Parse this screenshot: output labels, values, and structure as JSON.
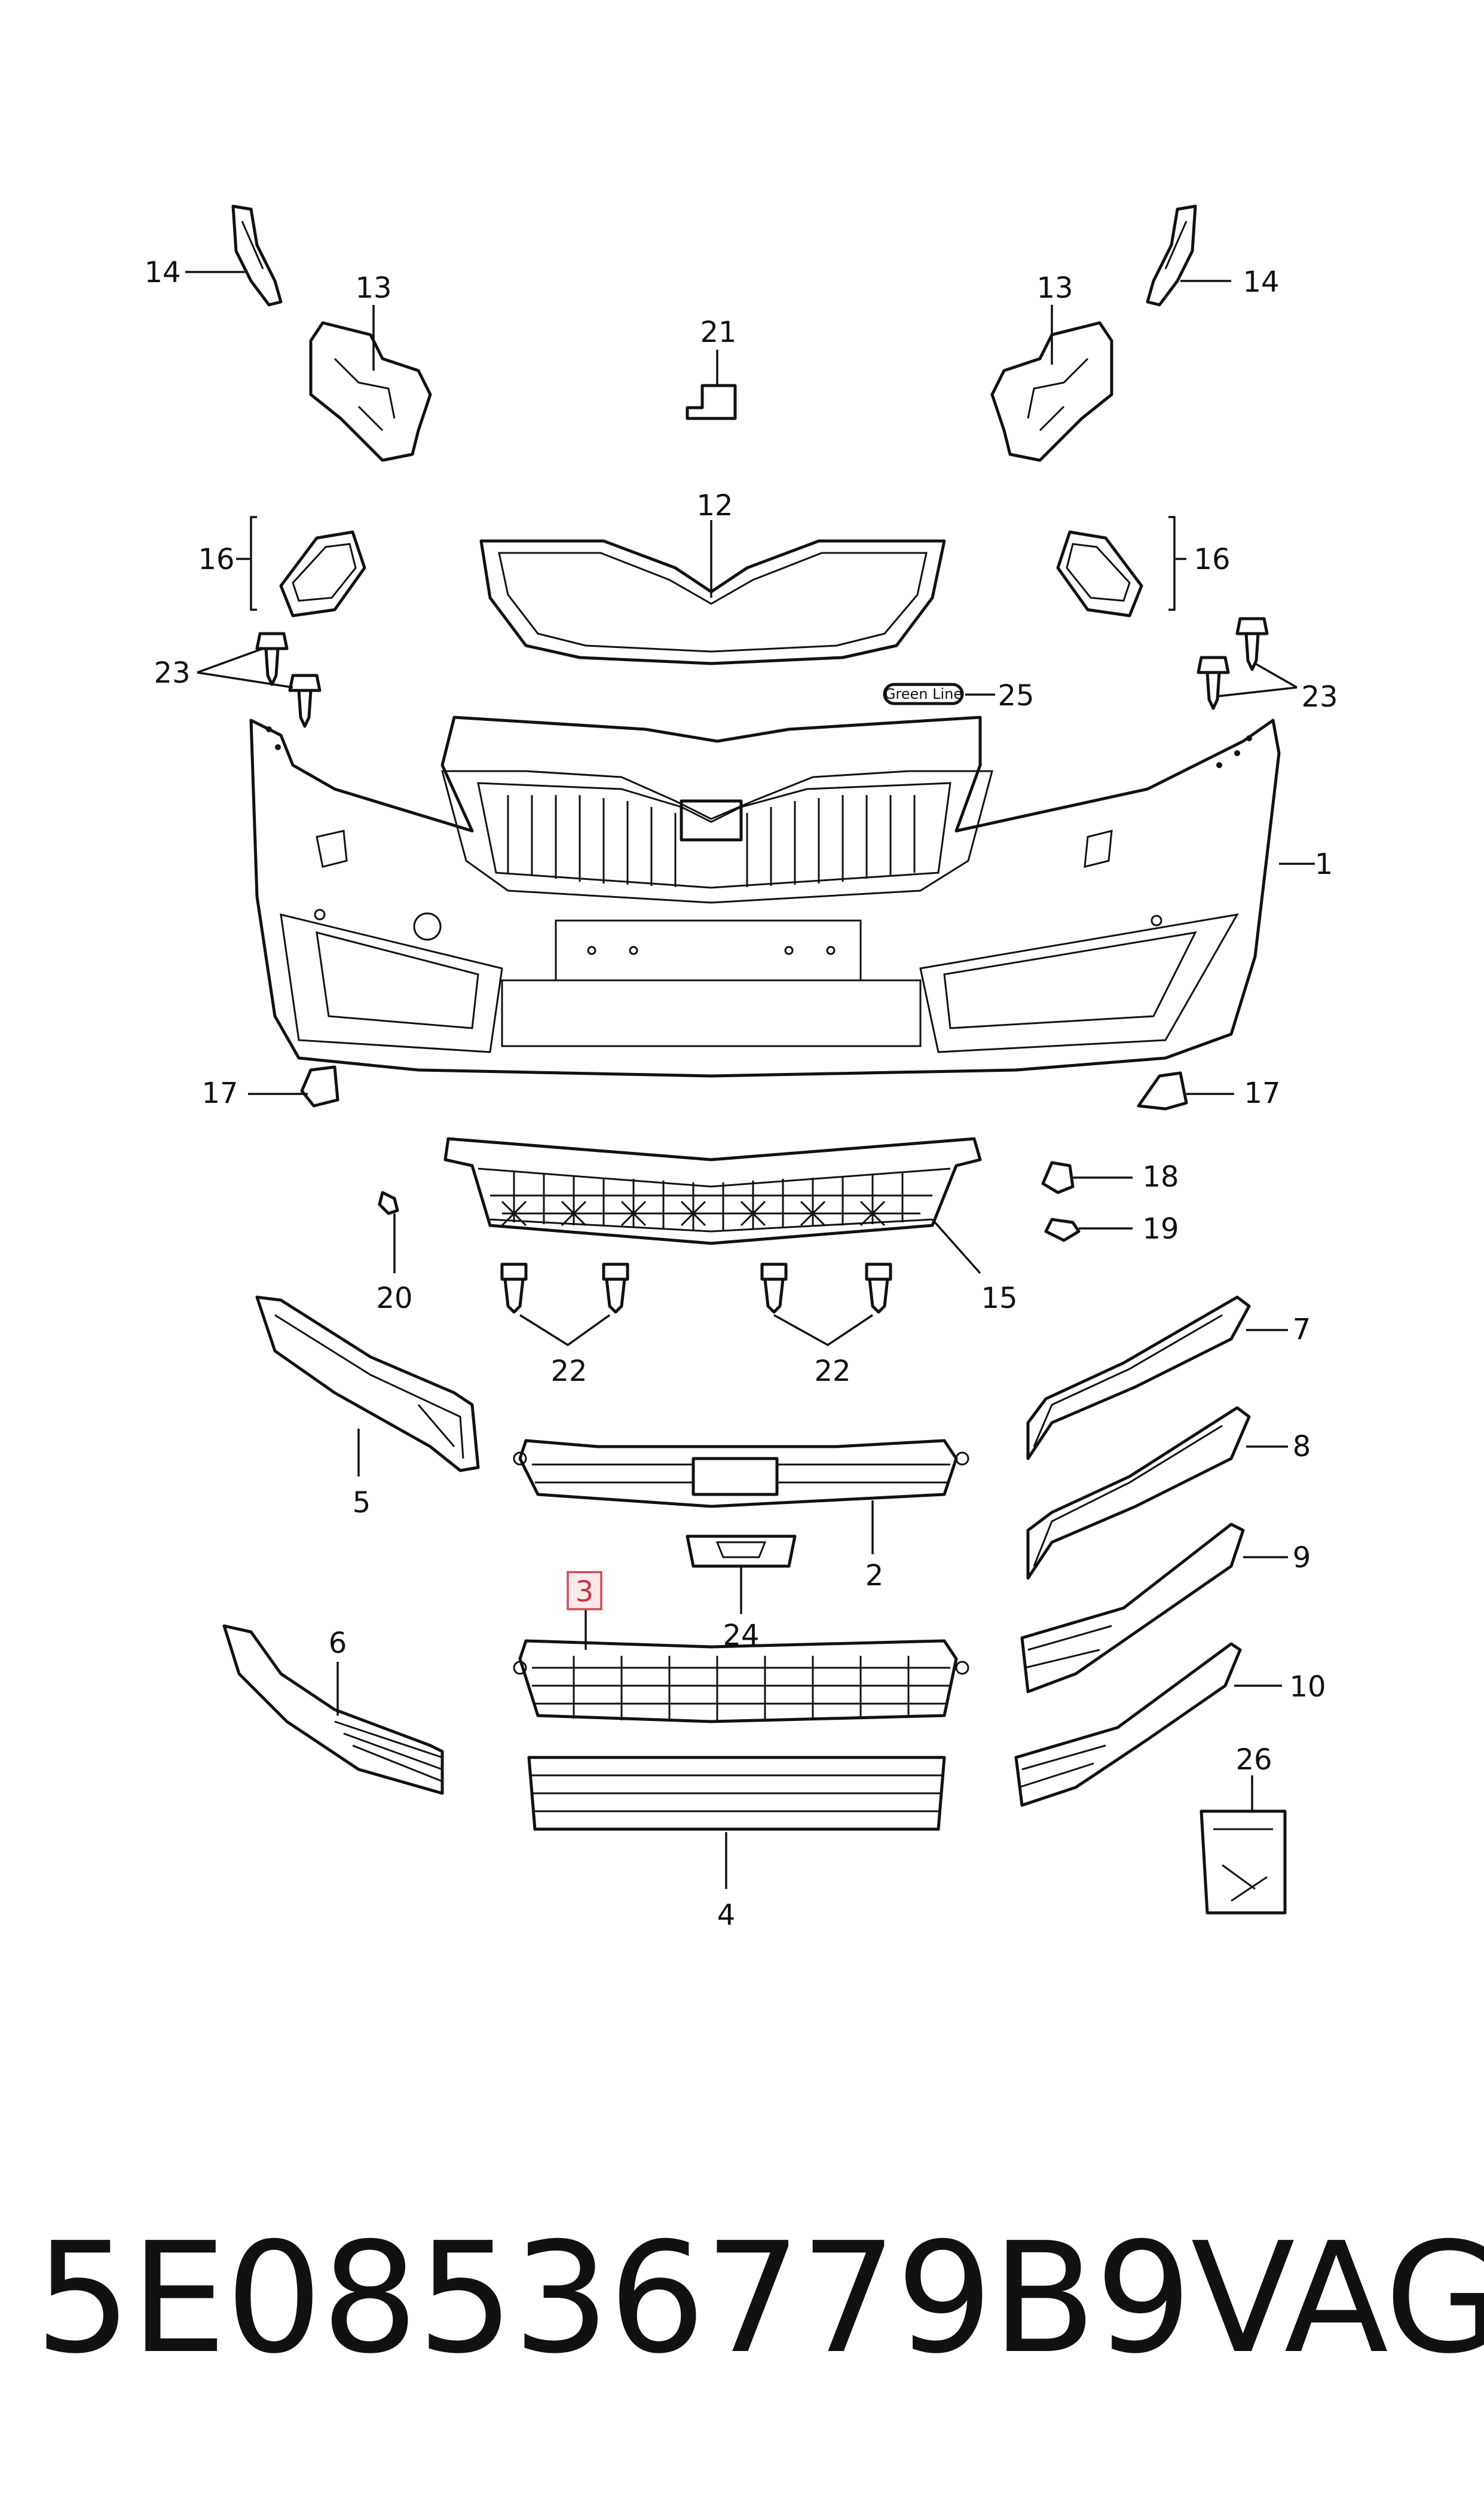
{
  "diagram": {
    "callouts": {
      "c1": "1",
      "c2": "2",
      "c3": "3",
      "c4": "4",
      "c5": "5",
      "c6": "6",
      "c7": "7",
      "c8": "8",
      "c9": "9",
      "c10": "10",
      "c12": "12",
      "c13l": "13",
      "c13r": "13",
      "c14l": "14",
      "c14r": "14",
      "c15": "15",
      "c16l": "16",
      "c16r": "16",
      "c17l": "17",
      "c17r": "17",
      "c18": "18",
      "c19": "19",
      "c20": "20",
      "c21": "21",
      "c22l": "22",
      "c22r": "22",
      "c23l": "23",
      "c23r": "23",
      "c24": "24",
      "c25": "25",
      "c26": "26"
    },
    "highlighted_part": "3",
    "tag_text": "Green Line"
  },
  "caption": {
    "part_number": "5E08536779B9",
    "brand": "VAG"
  }
}
